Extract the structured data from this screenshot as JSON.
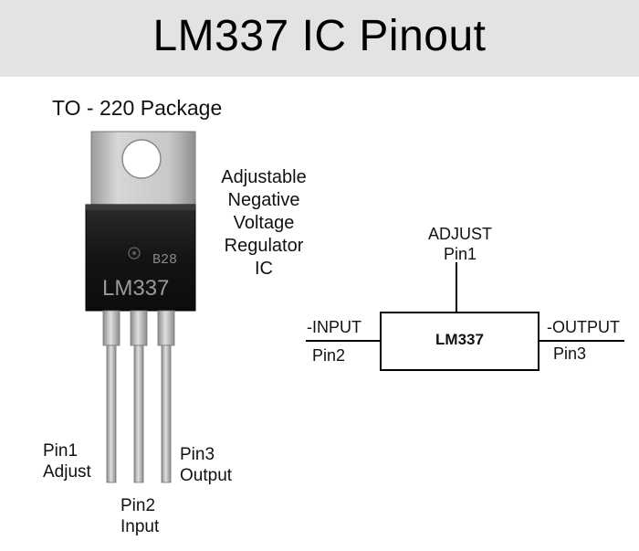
{
  "header": {
    "title": "LM337 IC Pinout"
  },
  "package": {
    "label": "TO - 220 Package",
    "chip_marking_top": "B28",
    "chip_marking_main": "LM337"
  },
  "description": {
    "lines": [
      "Adjustable",
      "Negative",
      "Voltage",
      "Regulator",
      "IC"
    ]
  },
  "pins": {
    "pin1": {
      "number": "Pin1",
      "name": "Adjust"
    },
    "pin2": {
      "number": "Pin2",
      "name": "Input"
    },
    "pin3": {
      "number": "Pin3",
      "name": "Output"
    }
  },
  "schematic": {
    "chip": "LM337",
    "adjust": {
      "name": "ADJUST",
      "pin": "Pin1"
    },
    "input": {
      "name": "-INPUT",
      "pin": "Pin2"
    },
    "output": {
      "name": "-OUTPUT",
      "pin": "Pin3"
    }
  },
  "colors": {
    "header_bg": "#e3e3e3",
    "tab_metal": "#c4c4c4",
    "body_black": "#151515",
    "lead_metal": "#b8b8b8"
  }
}
